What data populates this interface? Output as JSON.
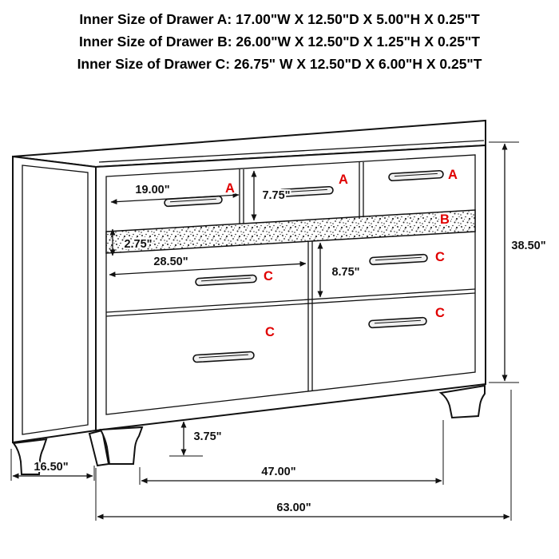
{
  "header": {
    "lines": [
      "Inner Size of Drawer A: 17.00\"W X 12.50\"D X 5.00\"H X 0.25\"T",
      "Inner Size of Drawer B: 26.00\"W X 12.50\"D X 1.25\"H X 0.25\"T",
      "Inner Size of Drawer C: 26.75\" W X 12.50\"D X 6.00\"H X 0.25\"T"
    ]
  },
  "diagram": {
    "labels": {
      "drawer_a": "A",
      "drawer_b": "B",
      "drawer_c": "C"
    },
    "dimensions": {
      "top_left_drawer_width": "19.00\"",
      "top_drawer_height": "7.75\"",
      "hidden_drawer_height": "2.75\"",
      "bottom_drawer_width": "28.50\"",
      "bottom_drawer_height": "8.75\"",
      "overall_height": "38.50\"",
      "base_height": "3.75\"",
      "side_depth": "16.50\"",
      "feet_span": "47.00\"",
      "overall_width": "63.00\""
    },
    "colors": {
      "label_red": "#e00000",
      "line_black": "#111111"
    }
  }
}
